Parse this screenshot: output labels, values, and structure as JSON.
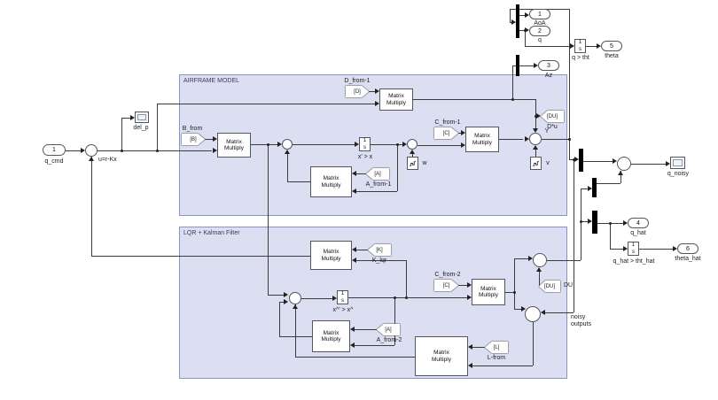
{
  "labels": {
    "matrix_multiply": "Matrix\nMultiply",
    "int_num": "1",
    "int_den": "s"
  },
  "airframe": {
    "title": "AIRFRAME MODEL",
    "b_tag": "[B]",
    "b_name": "B_from",
    "a_tag": "[A]",
    "a_name": "A_from-1",
    "d_tag": "[D]",
    "d_name": "D_from-1",
    "c_tag": "[C]",
    "c_name": "C_from-1",
    "integrator_note": "x' > x",
    "w": "w",
    "v": "v",
    "y": "Y",
    "du_tag": "[DU]",
    "du_name": "D*u"
  },
  "lqr": {
    "title": "LQR + Kalman Filter",
    "k_tag": "[K]",
    "k_name": "K_lqr",
    "a_tag": "[A]",
    "a_name": "A_from-2",
    "c_tag": "[C]",
    "c_name": "C_from-2",
    "du_tag": "[DU]",
    "du_name": "DU",
    "l_tag": "[L]",
    "l_name": "L-from",
    "integrator_note": "x^' > x^"
  },
  "io": {
    "inport": {
      "num": "1",
      "label": "q_cmd"
    },
    "sum_note": "u=r-Kx",
    "scope_del_p": "del_p",
    "scope_q_noisy": "q_noisy",
    "noisy_note": "noisy\noutputs",
    "int_q_note": "q > tht",
    "int_qhat_note": "q_hat > tht_hat",
    "outports": {
      "aoa": {
        "num": "1",
        "label": "AoA"
      },
      "q": {
        "num": "2",
        "label": "q"
      },
      "az": {
        "num": "3",
        "label": "Az"
      },
      "theta": {
        "num": "5",
        "label": "theta"
      },
      "qhat": {
        "num": "4",
        "label": "q_hat"
      },
      "thetahat": {
        "num": "6",
        "label": "theta_hat"
      }
    }
  }
}
